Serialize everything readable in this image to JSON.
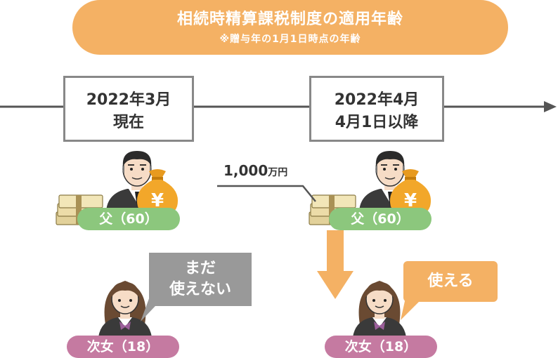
{
  "title": {
    "main": "相続時精算課税制度の適用年齢",
    "note": "※贈与年の1月1日時点の年齢"
  },
  "timeline": {
    "left": {
      "line1": "2022年3月",
      "line2": "現在"
    },
    "right": {
      "line1": "2022年4月",
      "line2": "4月1日以降"
    }
  },
  "gift": {
    "amount": "1,000",
    "unit": "万円"
  },
  "father_label": "父（60）",
  "daughter_label": "次女（18）",
  "bubbles": {
    "left_line1": "まだ",
    "left_line2": "使えない",
    "right": "使える"
  },
  "colors": {
    "accent_orange": "#f4b164",
    "green_badge": "#8cc77d",
    "pink_badge": "#c57aa1",
    "gray_bubble": "#999999",
    "timeline_line": "#555555"
  },
  "icons": [
    "father-icon",
    "daughter-icon",
    "money-bundle-icon",
    "yen-bag-icon",
    "down-arrow-icon",
    "timeline-arrow-icon"
  ]
}
